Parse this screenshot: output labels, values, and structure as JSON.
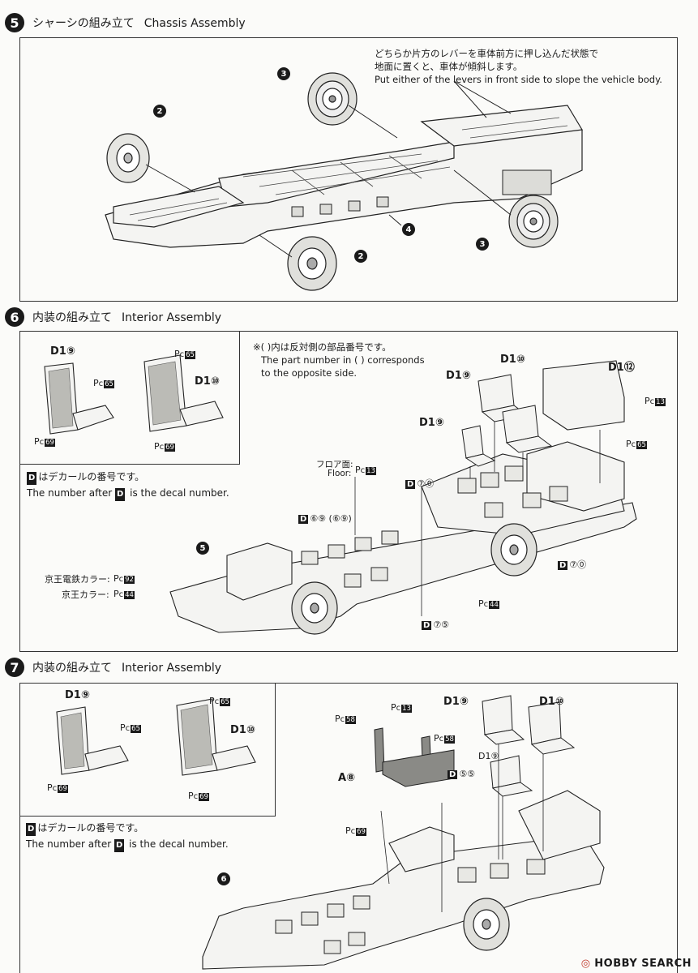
{
  "steps": [
    {
      "number": "5",
      "title_ja": "シャーシの組み立て",
      "title_en": "Chassis Assembly"
    },
    {
      "number": "6",
      "title_ja": "内装の組み立て",
      "title_en": "Interior Assembly"
    },
    {
      "number": "7",
      "title_ja": "内装の組み立て",
      "title_en": "Interior Assembly"
    }
  ],
  "step5": {
    "note_ja_1": "どちらか片方のレバーを車体前方に押し込んだ状態で",
    "note_ja_2": "地面に置くと、車体が傾斜します。",
    "note_en": "Put either of the levers in front side to slope the vehicle body.",
    "callouts": [
      "3",
      "2",
      "4",
      "2",
      "3"
    ]
  },
  "step6": {
    "seat_a_label": "D1⑨",
    "seat_b_label": "D1⑩",
    "pc65": "65",
    "pc69": "69",
    "decal_note_ja": "はデカールの番号です。",
    "decal_note_en_1": "The number after",
    "decal_note_en_2": "is the decal number.",
    "decal_D": "D",
    "paren_note_ja": "※(  )内は反対側の部品番号です。",
    "paren_note_en_1": "The part number in (   ) corresponds",
    "paren_note_en_2": "to the opposite side.",
    "floor_ja": "フロア面:",
    "floor_en": "Floor:",
    "pc13": "13",
    "d70": "⑦⓪",
    "d69": "⑥⑨ (⑥⑨)",
    "d75": "⑦⑤",
    "d1_9a": "D1⑨",
    "d1_9b": "D1⑨",
    "d1_10": "D1⑩",
    "d1_12": "D1⑫",
    "keio_dentetsu": "京王電鉄カラー:",
    "keio": "京王カラー:",
    "pc92": "92",
    "pc44": "44",
    "callout5": "5"
  },
  "step7": {
    "seat_a_label": "D1⑨",
    "seat_b_label": "D1⑩",
    "pc58": "58",
    "pc13": "13",
    "pc69": "69",
    "a8": "A⑧",
    "d55": "⑤⑤",
    "d1_9": "D1⑨",
    "d1_10": "D1⑩",
    "d1_9b": "D1⑨",
    "callout6": "6",
    "decal_note_ja": "はデカールの番号です。",
    "decal_note_en_1": "The number after",
    "decal_note_en_2": "is the decal number."
  },
  "watermark": "HOBBY SEARCH",
  "pc_prefix": "P",
  "pc_sub": "c"
}
